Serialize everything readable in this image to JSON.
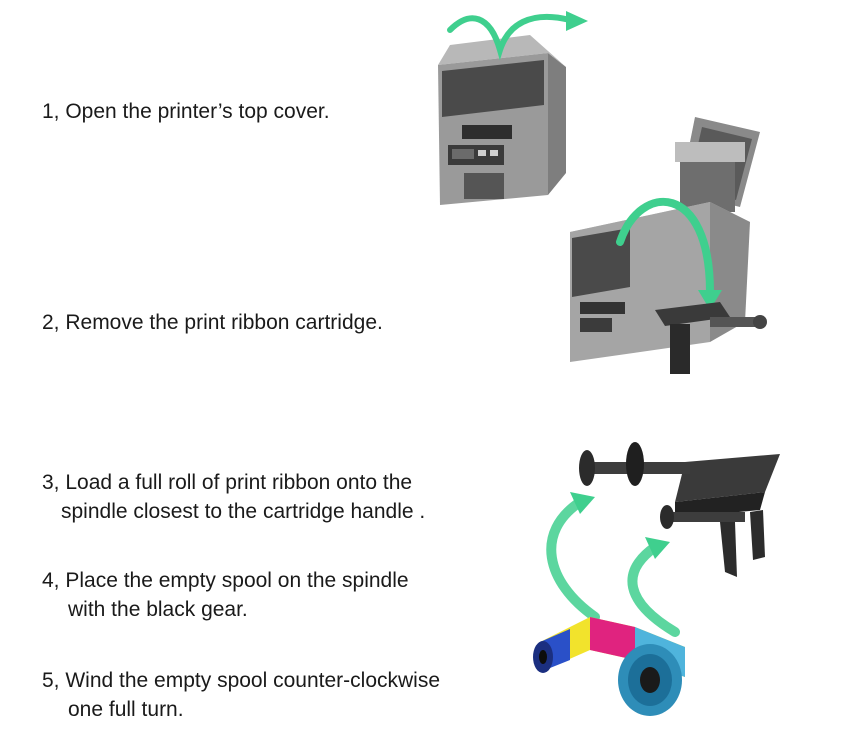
{
  "steps": [
    {
      "line1": "1, Open the printer’s top cover.",
      "line2": ""
    },
    {
      "line1": "2, Remove the print ribbon cartridge.",
      "line2": ""
    },
    {
      "line1": "3, Load a full roll of print ribbon onto the",
      "line2": "spindle closest to the cartridge handle ."
    },
    {
      "line1": "4, Place the empty spool on the spindle",
      "line2": "with the black gear."
    },
    {
      "line1": "5, Wind the empty spool counter-clockwise",
      "line2": "one full turn."
    }
  ],
  "colors": {
    "arrow_green": "#3fcf8e",
    "printer_gray": "#9b9b9b",
    "ribbon_cyan": "#4fb4dc",
    "ribbon_magenta": "#e0237f",
    "ribbon_yellow": "#f2e32c",
    "ribbon_blue": "#2a50c8"
  },
  "icons": [
    "printer-closed-icon",
    "printer-open-icon",
    "ribbon-cartridge-icon",
    "ribbon-roll-icon",
    "green-arrow-icon"
  ]
}
